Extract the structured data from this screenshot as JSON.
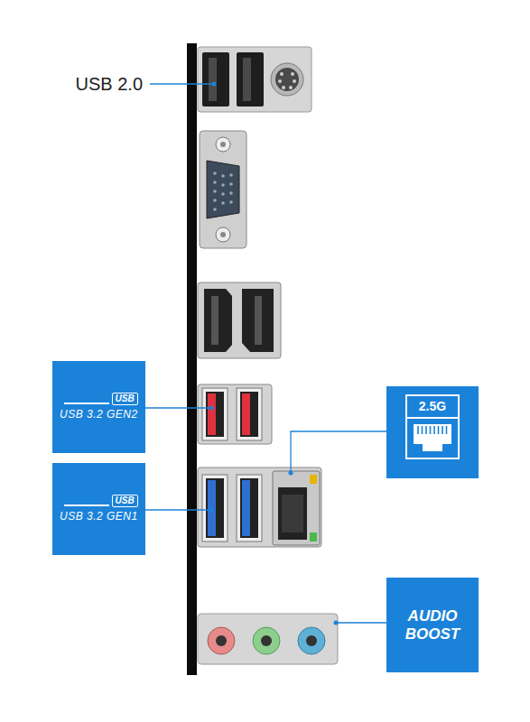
{
  "diagram": {
    "nodes": [
      {
        "text": [
          "USB",
          "USB 3.2 GEN2"
        ]
      },
      {
        "text": [
          "2.5G"
        ]
      },
      {
        "text": [
          "USB",
          "USB 3.2 GEN1"
        ]
      },
      {
        "text": [
          "AUDIO BOOST"
        ]
      }
    ],
    "labels": [
      "USB 2.0"
    ]
  }
}
